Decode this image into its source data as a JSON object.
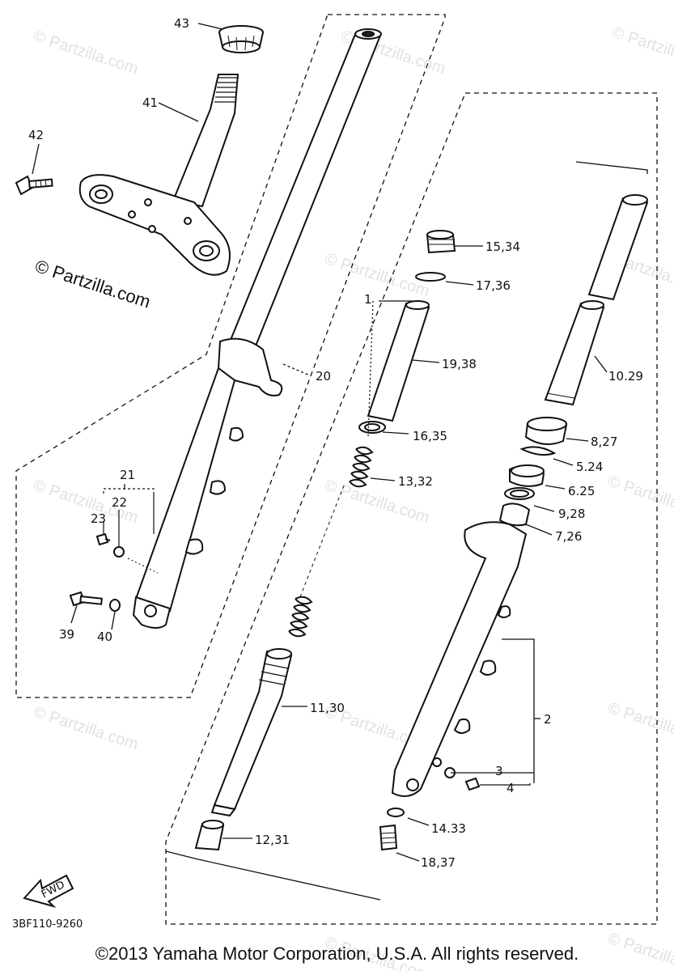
{
  "diagram": {
    "code": "3BF110-9260",
    "watermark": "© Partzilla.com",
    "fwd": "FWD",
    "parts": [
      {
        "id": "p43",
        "label": "43"
      },
      {
        "id": "p41",
        "label": "41"
      },
      {
        "id": "p42",
        "label": "42"
      },
      {
        "id": "p20",
        "label": "20"
      },
      {
        "id": "p1",
        "label": "1"
      },
      {
        "id": "p15",
        "label": "15,34"
      },
      {
        "id": "p17",
        "label": "17,36"
      },
      {
        "id": "p19",
        "label": "19,38"
      },
      {
        "id": "p16",
        "label": "16,35"
      },
      {
        "id": "p13",
        "label": "13,32"
      },
      {
        "id": "p10",
        "label": "10.29"
      },
      {
        "id": "p8",
        "label": "8,27"
      },
      {
        "id": "p5",
        "label": "5.24"
      },
      {
        "id": "p6",
        "label": "6.25"
      },
      {
        "id": "p9",
        "label": "9,28"
      },
      {
        "id": "p7",
        "label": "7,26"
      },
      {
        "id": "p21",
        "label": "21"
      },
      {
        "id": "p22",
        "label": "22"
      },
      {
        "id": "p23",
        "label": "23"
      },
      {
        "id": "p39",
        "label": "39"
      },
      {
        "id": "p40",
        "label": "40"
      },
      {
        "id": "p11",
        "label": "11,30"
      },
      {
        "id": "p2",
        "label": "2"
      },
      {
        "id": "p3",
        "label": "3"
      },
      {
        "id": "p4",
        "label": "4"
      },
      {
        "id": "p14",
        "label": "14.33"
      },
      {
        "id": "p18",
        "label": "18,37"
      },
      {
        "id": "p12",
        "label": "12,31"
      }
    ]
  },
  "footer": {
    "copyright": "©2013  Yamaha Motor Corporation, U.S.A. All rights reserved."
  }
}
